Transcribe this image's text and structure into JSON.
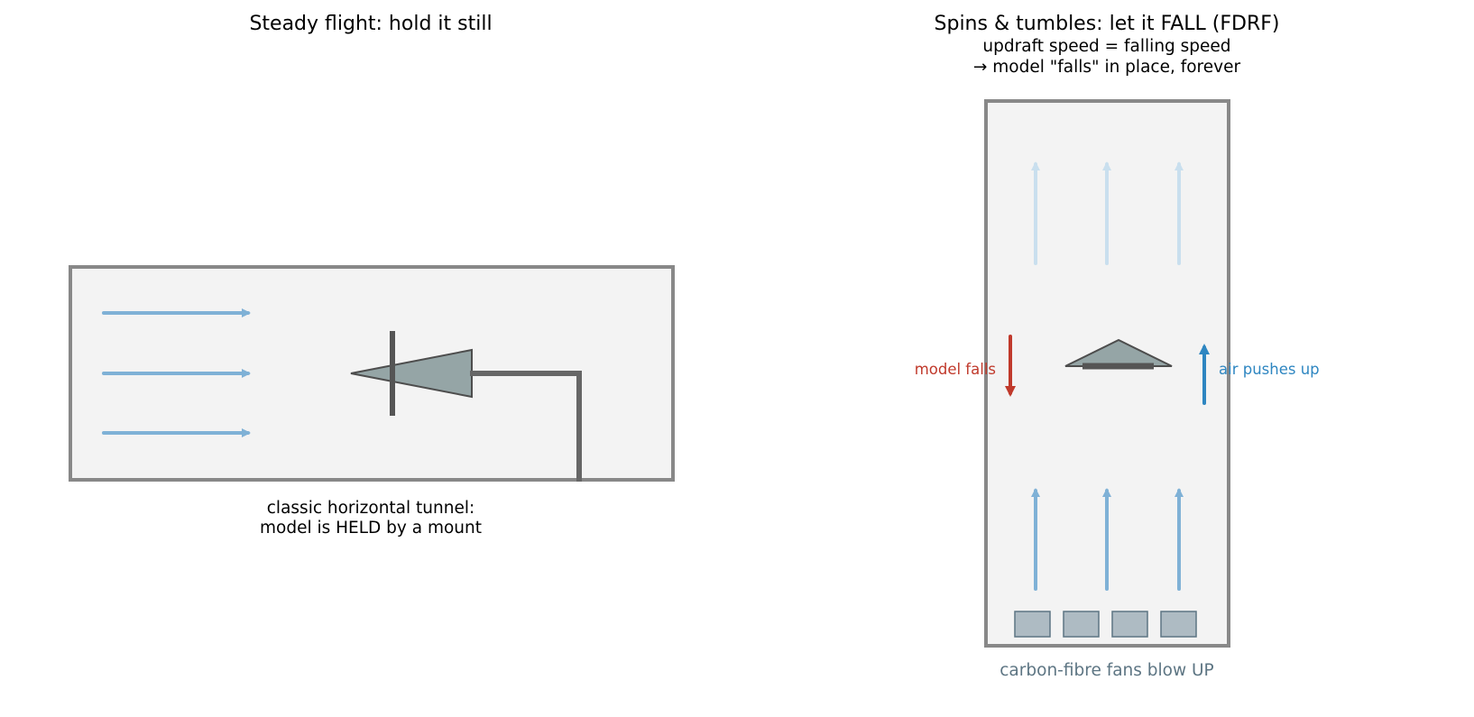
{
  "left_panel": {
    "title": "Steady flight: hold it still",
    "caption_line1": "classic horizontal tunnel:",
    "caption_line2": "model is HELD by a mount"
  },
  "right_panel": {
    "title": "Spins & tumbles: let it FALL (FDRF)",
    "subtitle_line1": "updraft speed = falling speed",
    "subtitle_line2": "→ model \"falls\" in place, forever",
    "label_model_falls": "model falls",
    "label_air_pushes_up": "air pushes up",
    "fans_caption": "carbon-fibre fans blow UP"
  },
  "colors": {
    "airflow": "#7fb1d6",
    "airflow_faded": "#c9dfee",
    "falls_arrow": "#c0392b",
    "push_arrow": "#2e86c1",
    "tunnel_fill": "#f3f3f3",
    "tunnel_border": "#888888",
    "model_fill": "#95a5a6",
    "mount": "#666666",
    "fan_fill": "#aebbc3",
    "fan_border": "#5d7583",
    "fans_caption": "#5d7583"
  }
}
